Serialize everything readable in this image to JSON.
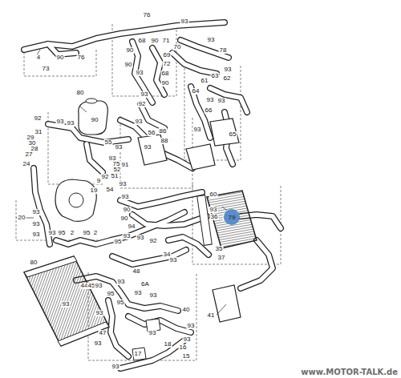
{
  "diagram": {
    "nodes": [
      {
        "text": [
          "79"
        ]
      }
    ],
    "labels": [
      "76",
      "93",
      "4",
      "90",
      "76",
      "73",
      "68",
      "90",
      "71",
      "93",
      "70",
      "78",
      "69",
      "72",
      "90",
      "90",
      "93",
      "68",
      "90",
      "93",
      "92",
      "63",
      "61",
      "93",
      "62",
      "64",
      "93",
      "93",
      "66",
      "93",
      "65",
      "80",
      "90",
      "93",
      "92",
      "93",
      "31",
      "29",
      "30",
      "28",
      "27",
      "24",
      "55",
      "93",
      "56",
      "86",
      "88",
      "93",
      "93",
      "93",
      "75",
      "91",
      "52",
      "51",
      "92",
      "93",
      "54",
      "19",
      "9",
      "20",
      "93",
      "93",
      "93",
      "95",
      "93",
      "2",
      "95",
      "2",
      "80",
      "90",
      "93",
      "90",
      "94",
      "93",
      "95",
      "93",
      "92",
      "60",
      "93",
      "36",
      "93",
      "34",
      "93",
      "35",
      "37",
      "44",
      "45",
      "93",
      "93",
      "95",
      "48",
      "6A",
      "93",
      "93",
      "95",
      "93",
      "47",
      "93",
      "93",
      "93",
      "17",
      "93",
      "18",
      "16",
      "15",
      "93",
      "41",
      "40",
      "93",
      "www.MOTOR-TALK.de"
    ]
  }
}
